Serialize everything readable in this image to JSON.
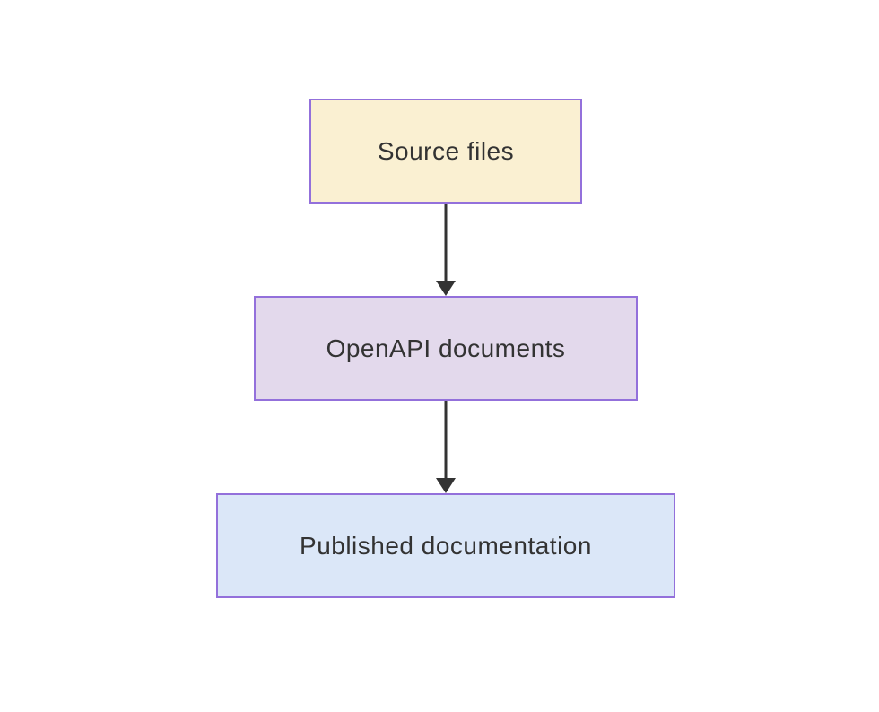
{
  "diagram": {
    "type": "flowchart",
    "direction": "top-down",
    "background": "#ffffff",
    "nodes": [
      {
        "id": "source",
        "label": "Source files",
        "fill": "#faf0d2",
        "border": "#9370DB",
        "text_color": "#333333"
      },
      {
        "id": "openapi",
        "label": "OpenAPI documents",
        "fill": "#e3d9ec",
        "border": "#9370DB",
        "text_color": "#333333"
      },
      {
        "id": "published",
        "label": "Published documentation",
        "fill": "#dbe7f8",
        "border": "#9370DB",
        "text_color": "#333333"
      }
    ],
    "edges": [
      {
        "from": "source",
        "to": "openapi",
        "color": "#333333",
        "style": "solid",
        "arrowhead": "filled-triangle"
      },
      {
        "from": "openapi",
        "to": "published",
        "color": "#333333",
        "style": "solid",
        "arrowhead": "filled-triangle"
      }
    ]
  }
}
